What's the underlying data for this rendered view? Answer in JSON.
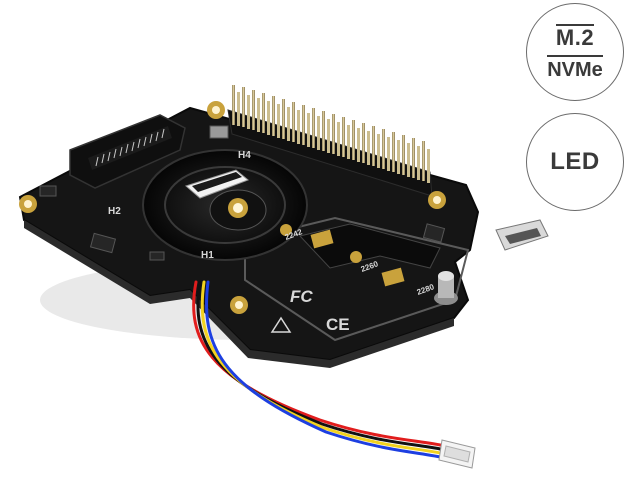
{
  "badges": {
    "m2": {
      "line1": "M.2",
      "line2": "NVMe"
    },
    "led": {
      "label": "LED"
    }
  },
  "board": {
    "silkscreen": {
      "h2": "H2",
      "h1": "H1",
      "h4": "H4",
      "len_2242": "2242",
      "len_2260": "2260",
      "len_2280": "2280",
      "fcc": "FC",
      "ce": "CE"
    }
  },
  "colors": {
    "pcb": "#151515",
    "gold": "#c9a23c",
    "silk": "#d8d8d8"
  }
}
